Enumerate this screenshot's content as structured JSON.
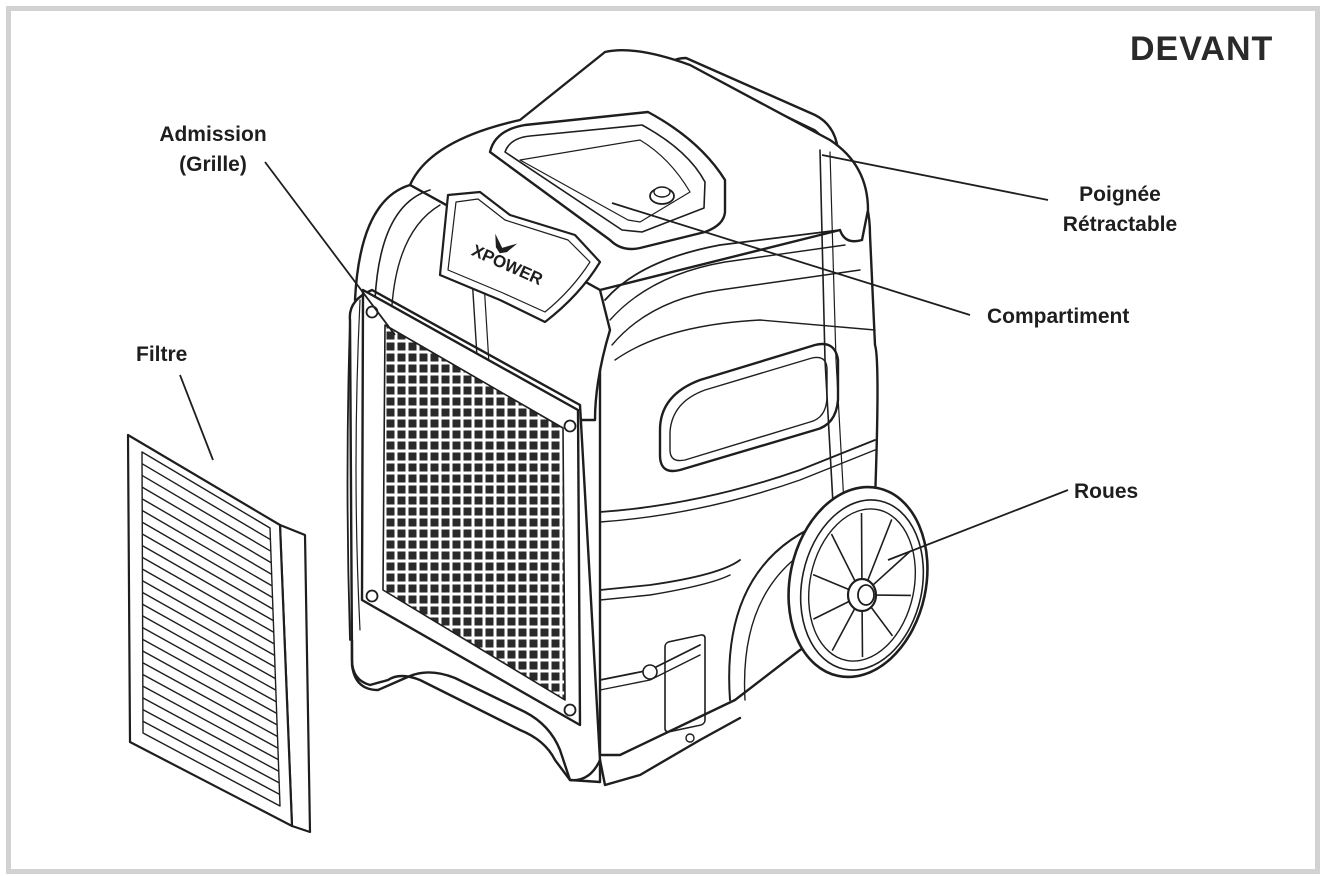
{
  "heading": "DEVANT",
  "brand": "XPOWER",
  "labels": {
    "intake_line1": "Admission",
    "intake_line2": "(Grille)",
    "filter": "Filtre",
    "handle_line1": "Poignée",
    "handle_line2": "Rétractable",
    "compartment": "Compartiment",
    "wheels": "Roues"
  },
  "colors": {
    "ink": "#1e1e1e",
    "frame": "#d2d2d2",
    "background": "#ffffff"
  }
}
